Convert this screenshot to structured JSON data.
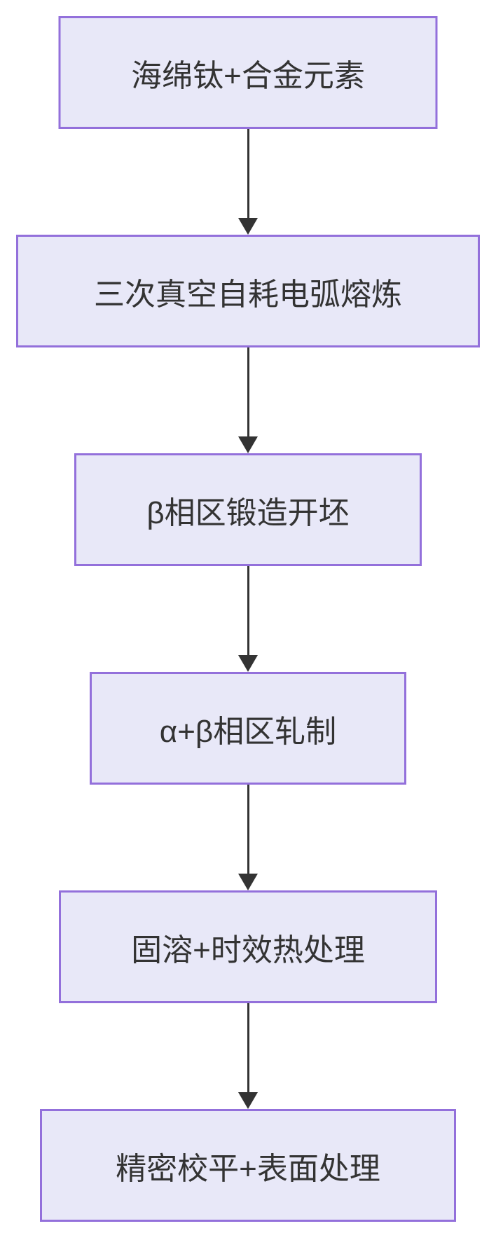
{
  "diagram": {
    "type": "flowchart",
    "direction": "top-down",
    "nodes": [
      {
        "label": "海绵钛+合金元素"
      },
      {
        "label": "三次真空自耗电弧熔炼"
      },
      {
        "label": "β相区锻造开坯"
      },
      {
        "label": "α+β相区轧制"
      },
      {
        "label": "固溶+时效热处理"
      },
      {
        "label": "精密校平+表面处理"
      }
    ],
    "edges": [
      {
        "from": 0,
        "to": 1,
        "style": "solid-arrow-down"
      },
      {
        "from": 1,
        "to": 2,
        "style": "solid-arrow-down"
      },
      {
        "from": 2,
        "to": 3,
        "style": "solid-arrow-down"
      },
      {
        "from": 3,
        "to": 4,
        "style": "solid-arrow-down"
      },
      {
        "from": 4,
        "to": 5,
        "style": "solid-arrow-down"
      }
    ],
    "colors": {
      "node_fill": "#E8E8F8",
      "node_border": "#9370DB",
      "text": "#333333",
      "arrow": "#333333",
      "background": "#FFFFFF"
    }
  }
}
